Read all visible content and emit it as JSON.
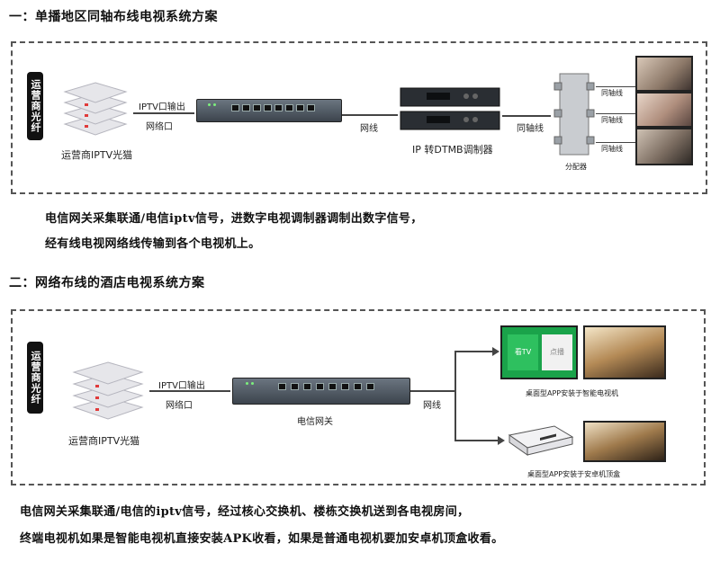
{
  "section1": {
    "heading": "一：单播地区同轴布线电视系统方案",
    "operator_label": "运营商光纤",
    "modem_label": "运营商IPTV光猫",
    "port_out_label": "IPTV口输出",
    "port_net_label": "网络口",
    "link_label": "网线",
    "modulator_label": "IP 转DTMB调制器",
    "coax_label": "同轴线",
    "splitter_label": "分配器",
    "tv_links": [
      "同轴线",
      "同轴线",
      "同轴线"
    ],
    "desc_line1": "电信网关采集联通/电信iptv信号，进数字电视调制器调制出数字信号，",
    "desc_line2": "经有线电视网络线传输到各个电视机上。"
  },
  "section2": {
    "heading": "二：网络布线的酒店电视系统方案",
    "operator_label": "运营商光纤",
    "modem_label": "运营商IPTV光猫",
    "port_out_label": "IPTV口输出",
    "port_net_label": "网络口",
    "gateway_label": "电信网关",
    "link_label": "网线",
    "smart_tv_caption": "桌面型APP安装于智能电视机",
    "stb_caption": "桌面型APP安装于安卓机顶盒",
    "app_tiles": [
      "看TV",
      "点播"
    ],
    "desc_line1": "电信网关采集联通/电信的iptv信号，经过核心交换机、楼栋交换机送到各电视房间，",
    "desc_line2": "终端电视机如果是智能电视机直接安装APK收看，如果是普通电视机要加安卓机顶盒收看。"
  },
  "icons": [
    "modem-stack-icon",
    "gateway-router-icon",
    "modulator-icon",
    "splitter-icon",
    "tv-screen-icon",
    "set-top-box-icon",
    "arrow-icon"
  ]
}
